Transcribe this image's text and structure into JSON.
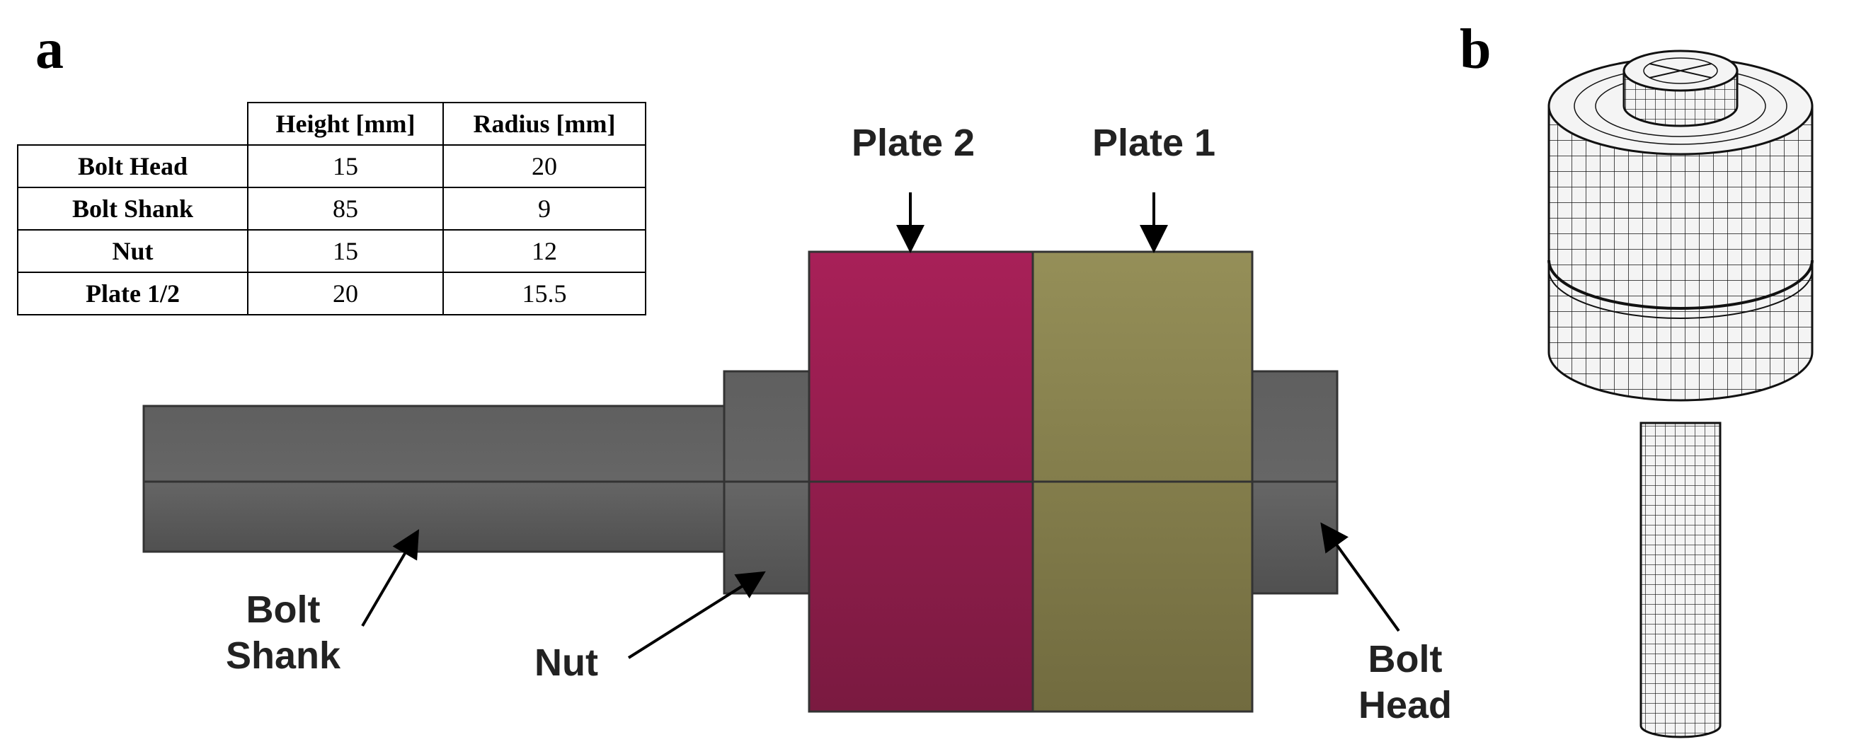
{
  "panels": {
    "a": "a",
    "b": "b"
  },
  "table": {
    "headers": [
      "",
      "Height [mm]",
      "Radius [mm]"
    ],
    "rows": [
      {
        "name": "Bolt Head",
        "height": "15",
        "radius": "20"
      },
      {
        "name": "Bolt Shank",
        "height": "85",
        "radius": "9"
      },
      {
        "name": "Nut",
        "height": "15",
        "radius": "12"
      },
      {
        "name": "Plate 1/2",
        "height": "20",
        "radius": "15.5"
      }
    ]
  },
  "labels": {
    "plate2": "Plate 2",
    "plate1": "Plate 1",
    "bolt_shank_line1": "Bolt",
    "bolt_shank_line2": "Shank",
    "nut": "Nut",
    "bolt_head_line1": "Bolt",
    "bolt_head_line2": "Head"
  },
  "colors": {
    "plate2": "#9e2154",
    "plate1": "#8f8a55",
    "steel": "#5c5c5c",
    "mesh_line": "#111111"
  }
}
